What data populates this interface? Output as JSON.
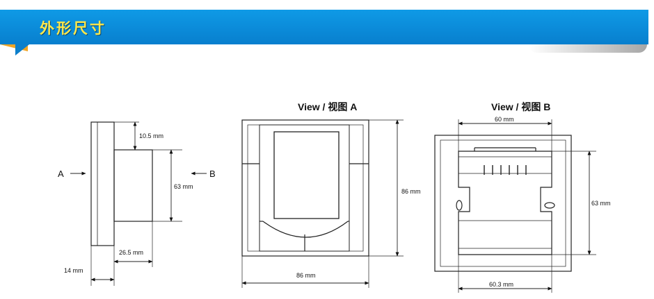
{
  "banner": {
    "title": "外形尺寸"
  },
  "views": {
    "a_title": "View / 视图 A",
    "b_title": "View / 视图 B"
  },
  "side": {
    "label_a": "A",
    "label_b": "B",
    "dim_top": "10.5 mm",
    "dim_height": "63 mm",
    "dim_depth": "26.5 mm",
    "dim_front": "14 mm"
  },
  "view_a": {
    "dim_height": "86 mm",
    "dim_width": "86 mm"
  },
  "view_b": {
    "dim_top": "60 mm",
    "dim_height": "63 mm",
    "dim_bottom": "60.3 mm"
  },
  "colors": {
    "banner": "#0a8bd8",
    "title": "#ffe84a"
  }
}
